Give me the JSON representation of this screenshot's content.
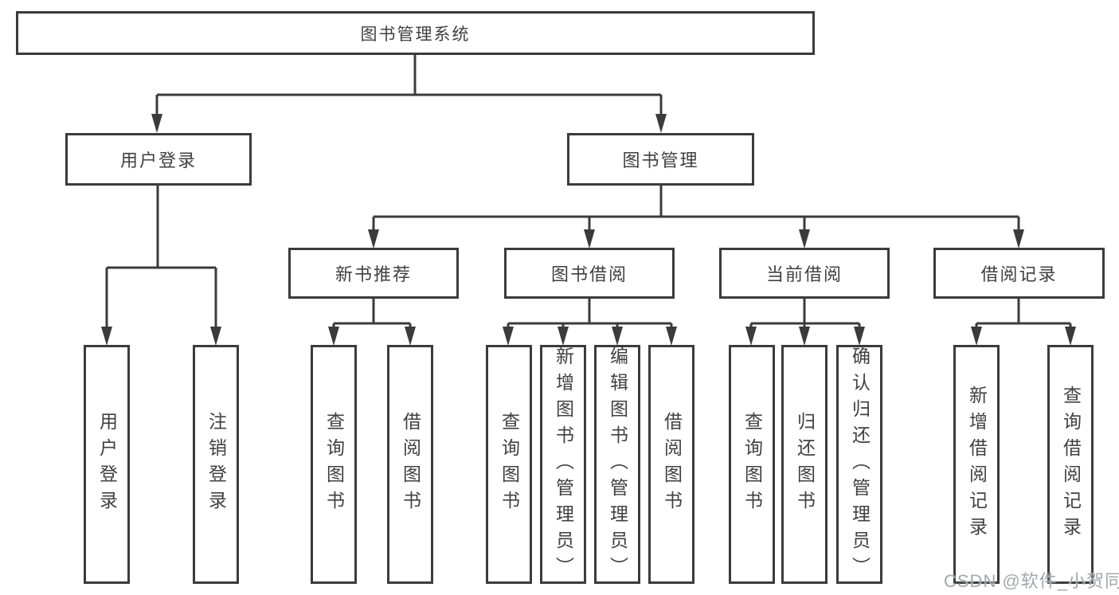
{
  "diagram": {
    "title": "图书管理系统",
    "level1": [
      {
        "label": "用户登录"
      },
      {
        "label": "图书管理"
      }
    ],
    "level2": [
      {
        "label": "新书推荐",
        "parent": "图书管理"
      },
      {
        "label": "图书借阅",
        "parent": "图书管理"
      },
      {
        "label": "当前借阅",
        "parent": "图书管理"
      },
      {
        "label": "借阅记录",
        "parent": "图书管理"
      }
    ],
    "leaves": [
      {
        "label": "用户登录",
        "parent": "用户登录"
      },
      {
        "label": "注销登录",
        "parent": "用户登录"
      },
      {
        "label": "查询图书",
        "parent": "新书推荐"
      },
      {
        "label": "借阅图书",
        "parent": "新书推荐"
      },
      {
        "label": "查询图书",
        "parent": "图书借阅"
      },
      {
        "label": "新增图书（管理员）",
        "parent": "图书借阅"
      },
      {
        "label": "编辑图书（管理员）",
        "parent": "图书借阅"
      },
      {
        "label": "借阅图书",
        "parent": "图书借阅"
      },
      {
        "label": "查询图书",
        "parent": "当前借阅"
      },
      {
        "label": "归还图书",
        "parent": "当前借阅"
      },
      {
        "label": "确认归还（管理员）",
        "parent": "当前借阅"
      },
      {
        "label": "新增借阅记录",
        "parent": "借阅记录"
      },
      {
        "label": "查询借阅记录",
        "parent": "借阅记录"
      }
    ],
    "watermark": "CSDN @软件_小贺同学",
    "colors": {
      "line": "#3b3b3b",
      "text": "#404040",
      "background": "#ffffff",
      "watermark": "#9ba0a6"
    }
  }
}
